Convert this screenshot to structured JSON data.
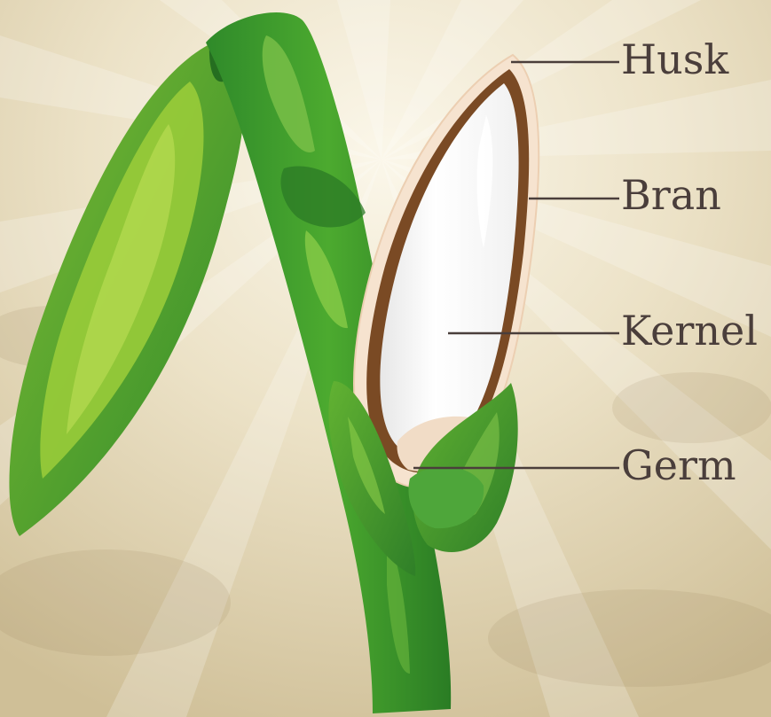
{
  "labels": {
    "husk": "Husk",
    "bran": "Bran",
    "kernel": "Kernel",
    "germ": "Germ"
  },
  "colors": {
    "background": "#e6dcc0",
    "stem_green": "#3d9a2c",
    "leaf_light_green": "#9cce3a",
    "husk": "#f6e3cf",
    "bran": "#7a4a24",
    "kernel": "#ffffff",
    "germ_tissue": "#f1dcc6",
    "label_text": "#4a3e3b"
  },
  "icons": {
    "plant": "rice-plant-illustration"
  }
}
